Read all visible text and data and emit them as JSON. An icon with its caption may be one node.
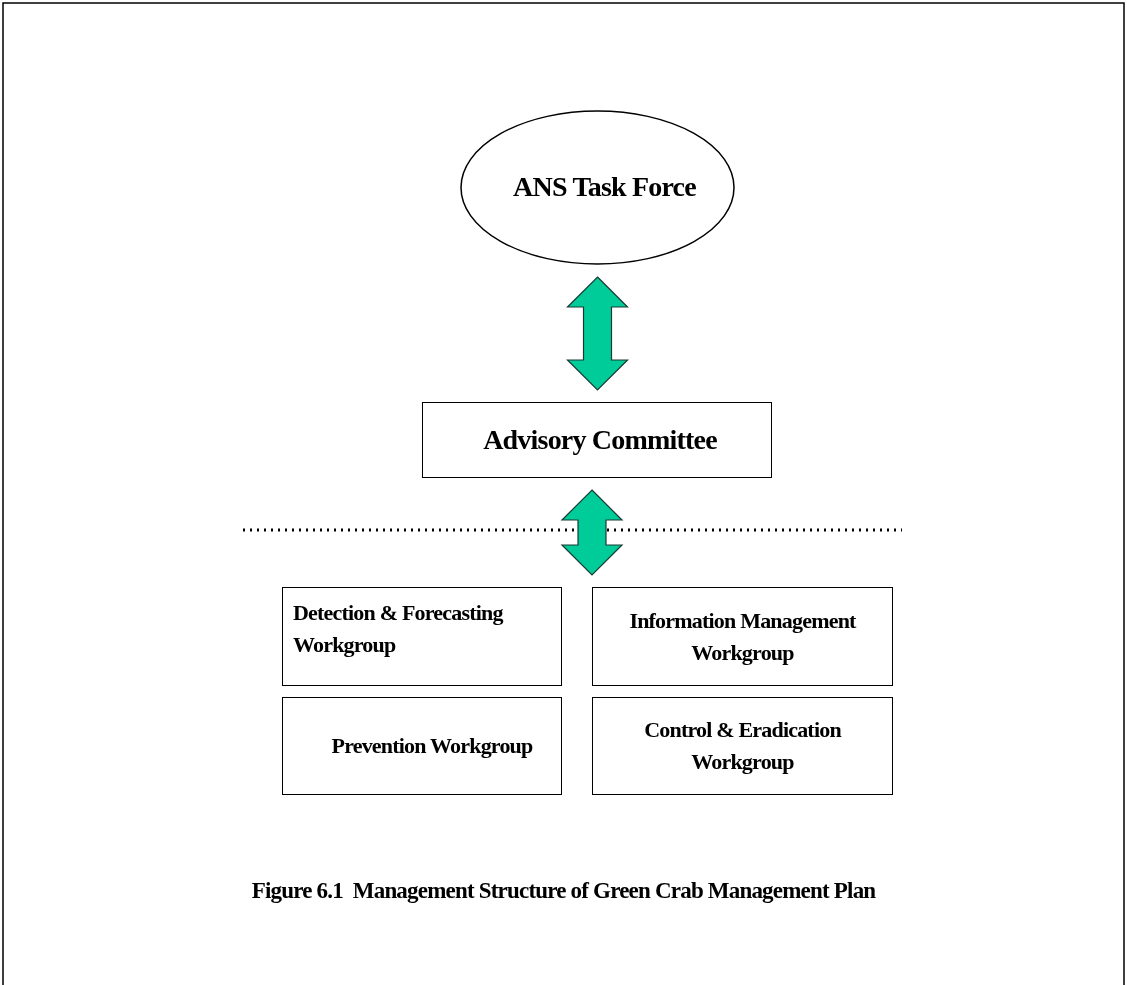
{
  "diagram": {
    "caption": "Figure 6.1  Management Structure of Green Crab Management Plan",
    "nodes": [
      {
        "text": [
          "ANS Task Force"
        ]
      },
      {
        "text": [
          "Advisory Committee"
        ]
      },
      {
        "text": [
          "Detection & Forecasting Workgroup"
        ]
      },
      {
        "text": [
          "Information Management Workgroup"
        ]
      },
      {
        "text": [
          "Prevention Workgroup"
        ]
      },
      {
        "text": [
          "Control & Eradication Workgroup"
        ]
      }
    ],
    "edges": [
      {
        "from": 0,
        "to": 1,
        "arrow": "both"
      },
      {
        "from": 1,
        "to": null,
        "arrow": "both"
      }
    ]
  }
}
